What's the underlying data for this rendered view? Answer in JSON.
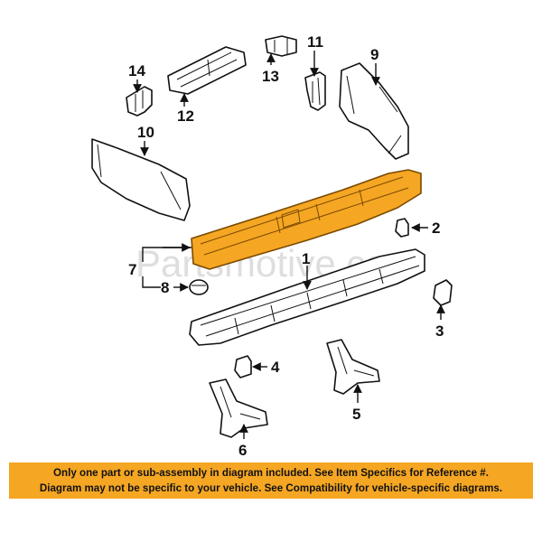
{
  "diagram": {
    "watermark": "Partsmotive.com",
    "callouts": [
      "1",
      "2",
      "3",
      "4",
      "5",
      "6",
      "7",
      "8",
      "9",
      "10",
      "11",
      "12",
      "13",
      "14"
    ],
    "highlight_color": "#f5a623"
  },
  "notice": {
    "line1": "Only one part or sub-assembly in diagram included. See Item Specifics for Reference #.",
    "line2": "Diagram may not be specific to your vehicle. See Compatibility for vehicle-specific diagrams.",
    "background_color": "#f5a623"
  }
}
